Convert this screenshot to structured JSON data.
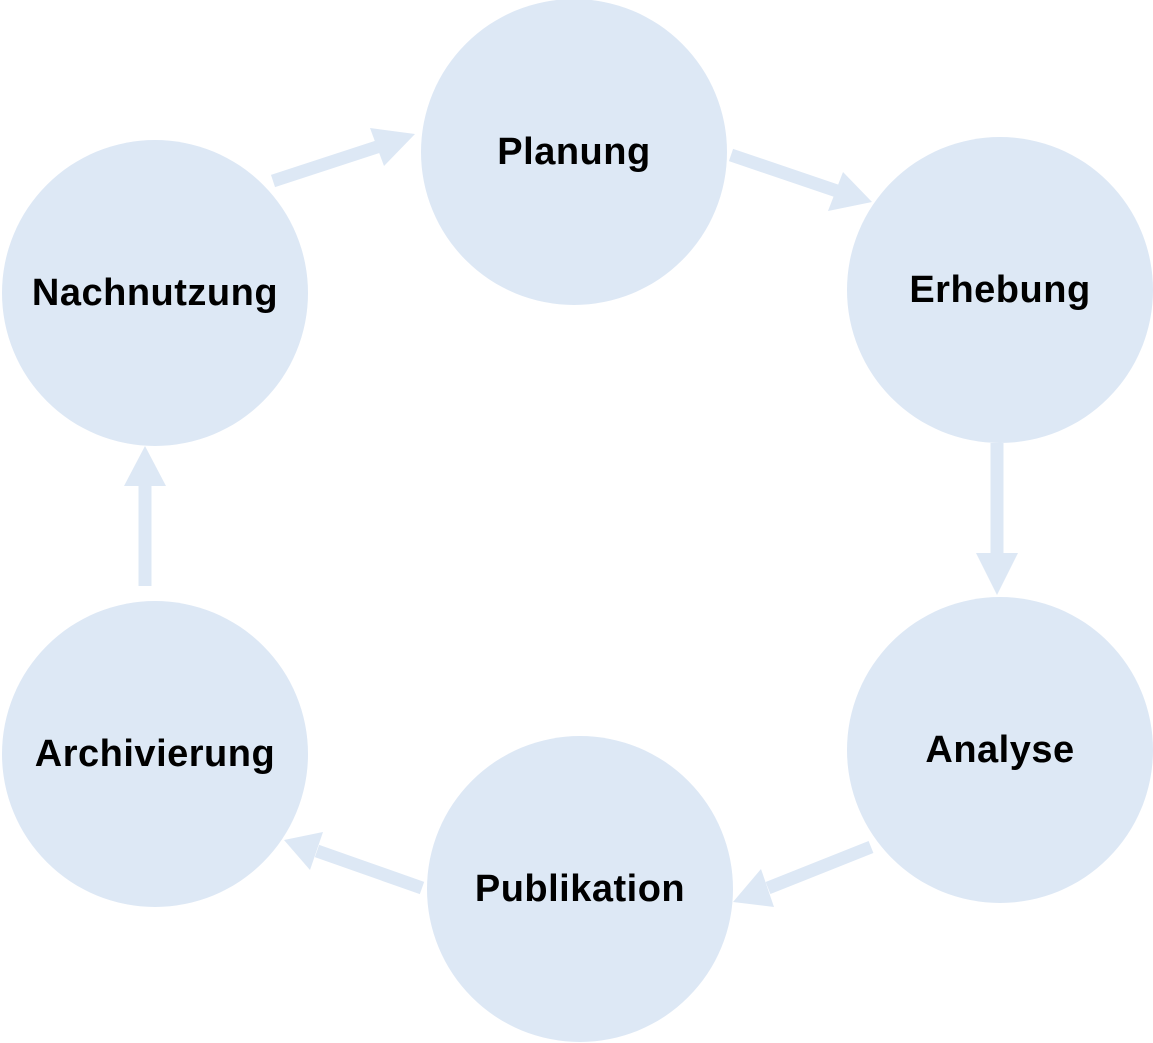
{
  "diagram": {
    "type": "cycle",
    "colors": {
      "node_fill": "#dde8f5",
      "arrow": "#dde8f5",
      "text": "#000000"
    },
    "stages": [
      {
        "id": "planung",
        "label": "Planung"
      },
      {
        "id": "erhebung",
        "label": "Erhebung"
      },
      {
        "id": "analyse",
        "label": "Analyse"
      },
      {
        "id": "publikation",
        "label": "Publikation"
      },
      {
        "id": "archivierung",
        "label": "Archivierung"
      },
      {
        "id": "nachnutzung",
        "label": "Nachnutzung"
      }
    ],
    "flow": [
      [
        "planung",
        "erhebung"
      ],
      [
        "erhebung",
        "analyse"
      ],
      [
        "analyse",
        "publikation"
      ],
      [
        "publikation",
        "archivierung"
      ],
      [
        "archivierung",
        "nachnutzung"
      ],
      [
        "nachnutzung",
        "planung"
      ]
    ]
  }
}
